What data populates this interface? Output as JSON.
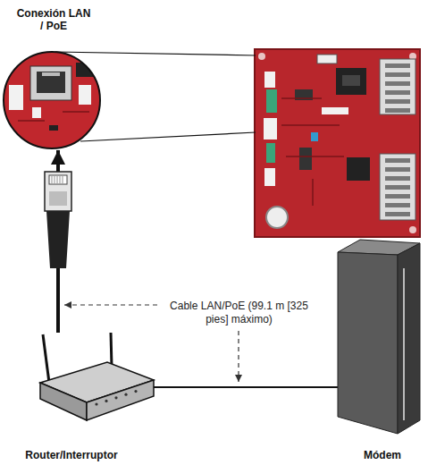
{
  "diagram": {
    "nodes": [
      {
        "text": [
          "Conexión LAN / PoE"
        ]
      },
      {
        "text": [
          "Router/Interruptor"
        ]
      },
      {
        "text": [
          "Módem"
        ]
      }
    ],
    "edges": [
      {
        "from": 1,
        "to": 0,
        "arrow": "to"
      },
      {
        "from": 1,
        "to": 2,
        "arrow": "none"
      }
    ],
    "labels": [
      "Cable LAN/PoE (99.1 m [325 pies] máximo)"
    ]
  }
}
